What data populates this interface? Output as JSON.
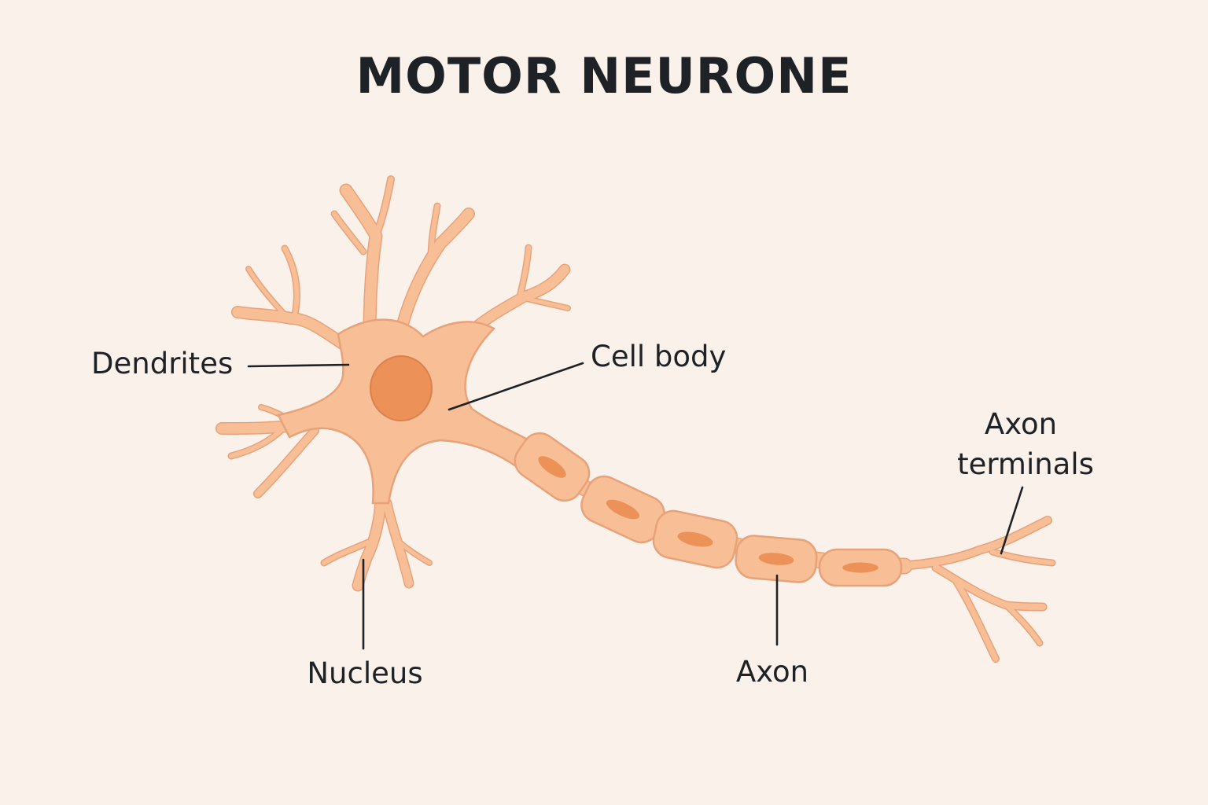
{
  "title": "MOTOR NEURONE",
  "labels": {
    "dendrites": "Dendrites",
    "cell_body": "Cell body",
    "axon_terminals_line1": "Axon",
    "axon_terminals_line2": "terminals",
    "nucleus": "Nucleus",
    "axon": "Axon"
  },
  "colors": {
    "background": "#faf2ea",
    "cell_fill": "#f8bf96",
    "cell_outline": "#e8a27a",
    "nucleus_fill": "#ec9158",
    "nucleus_outline": "#dc8050",
    "text": "#1e2226",
    "leader_line": "#1e2226"
  }
}
